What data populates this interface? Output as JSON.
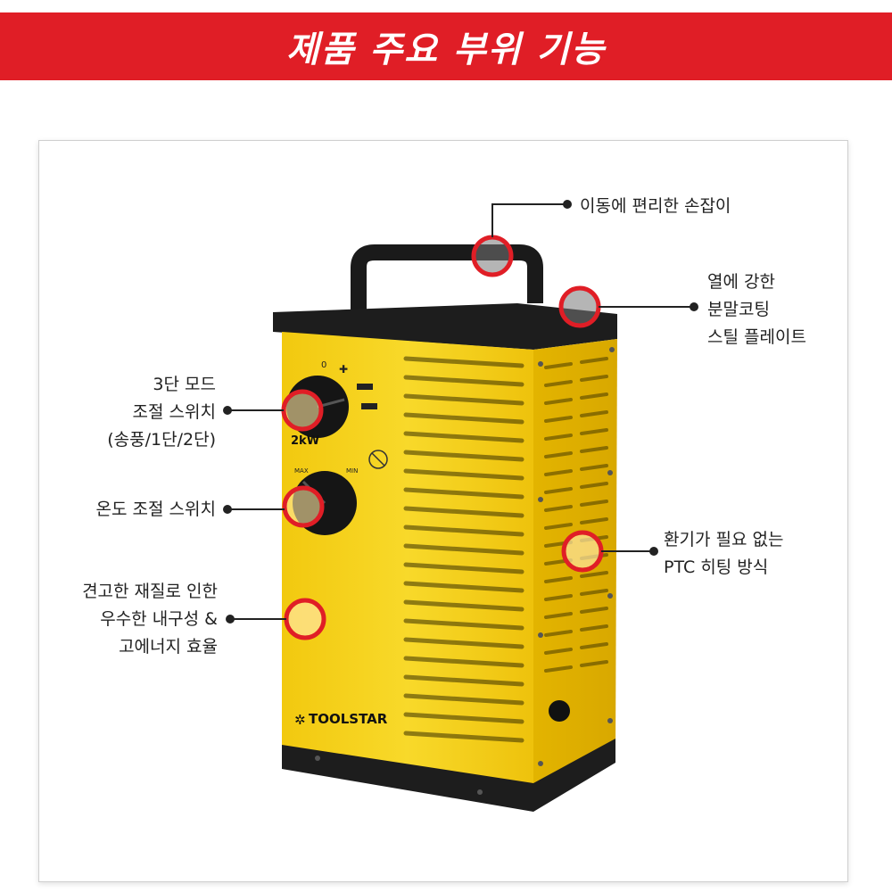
{
  "banner": {
    "title": "제품 주요 부위 기능",
    "color": "#e01e26"
  },
  "product": {
    "brand_logo": "TOOLSTAR",
    "power_label": "2kW",
    "body_color": "#f6d21c"
  },
  "features": [
    {
      "id": "handle",
      "text": "이동에 편리한 손잡이"
    },
    {
      "id": "coating",
      "text": "열에 강한\n분말코팅\n스틸 플레이트"
    },
    {
      "id": "mode",
      "text": "3단 모드\n조절 스위치\n(송풍/1단/2단)"
    },
    {
      "id": "temp",
      "text": "온도 조절 스위치"
    },
    {
      "id": "ptc",
      "text": "환기가 필요 없는\nPTC 히팅 방식"
    },
    {
      "id": "material",
      "text": "견고한 재질로 인한\n우수한 내구성 &\n고에너지 효율"
    }
  ],
  "callout_color": "#e01e26"
}
